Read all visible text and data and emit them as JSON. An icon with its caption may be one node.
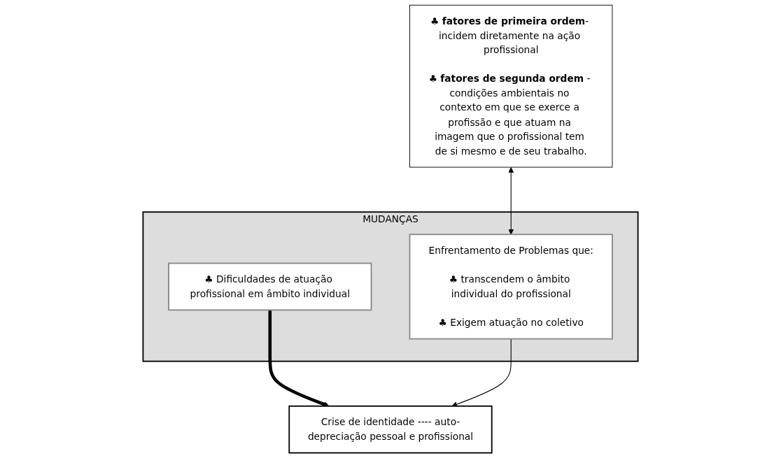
{
  "diagram": {
    "nodes": [
      {
        "text": [
          "MUDANÇAS"
        ]
      },
      {
        "text": [
          "♣ Dificuldades de atuação profissional em âmbito individual"
        ],
        "in": 0
      },
      {
        "text": [
          "Enfrentamento de Problemas que:",
          "♣ transcendem o âmbito individual do profissional",
          "♣ Exigem atuação no coletivo"
        ],
        "in": 0
      },
      {
        "text": [
          "Crise de identidade ---- auto-depreciação pessoal e profissional"
        ]
      },
      {
        "text": [
          "♣ **fatores de primeira ordem**- incidem diretamente na ação profissional",
          "♣ **fatores de segunda ordem** - condições ambientais no contexto em que se exerce a profissão e que atuam na imagem que o profissional tem de si mesmo e de seu trabalho."
        ]
      }
    ],
    "edges": [
      {
        "from": 1,
        "to": 3,
        "arrow": "to",
        "style": "thick"
      },
      {
        "from": 2,
        "to": 3,
        "arrow": "to"
      },
      {
        "from": 4,
        "to": 2,
        "arrow": "both"
      }
    ]
  }
}
